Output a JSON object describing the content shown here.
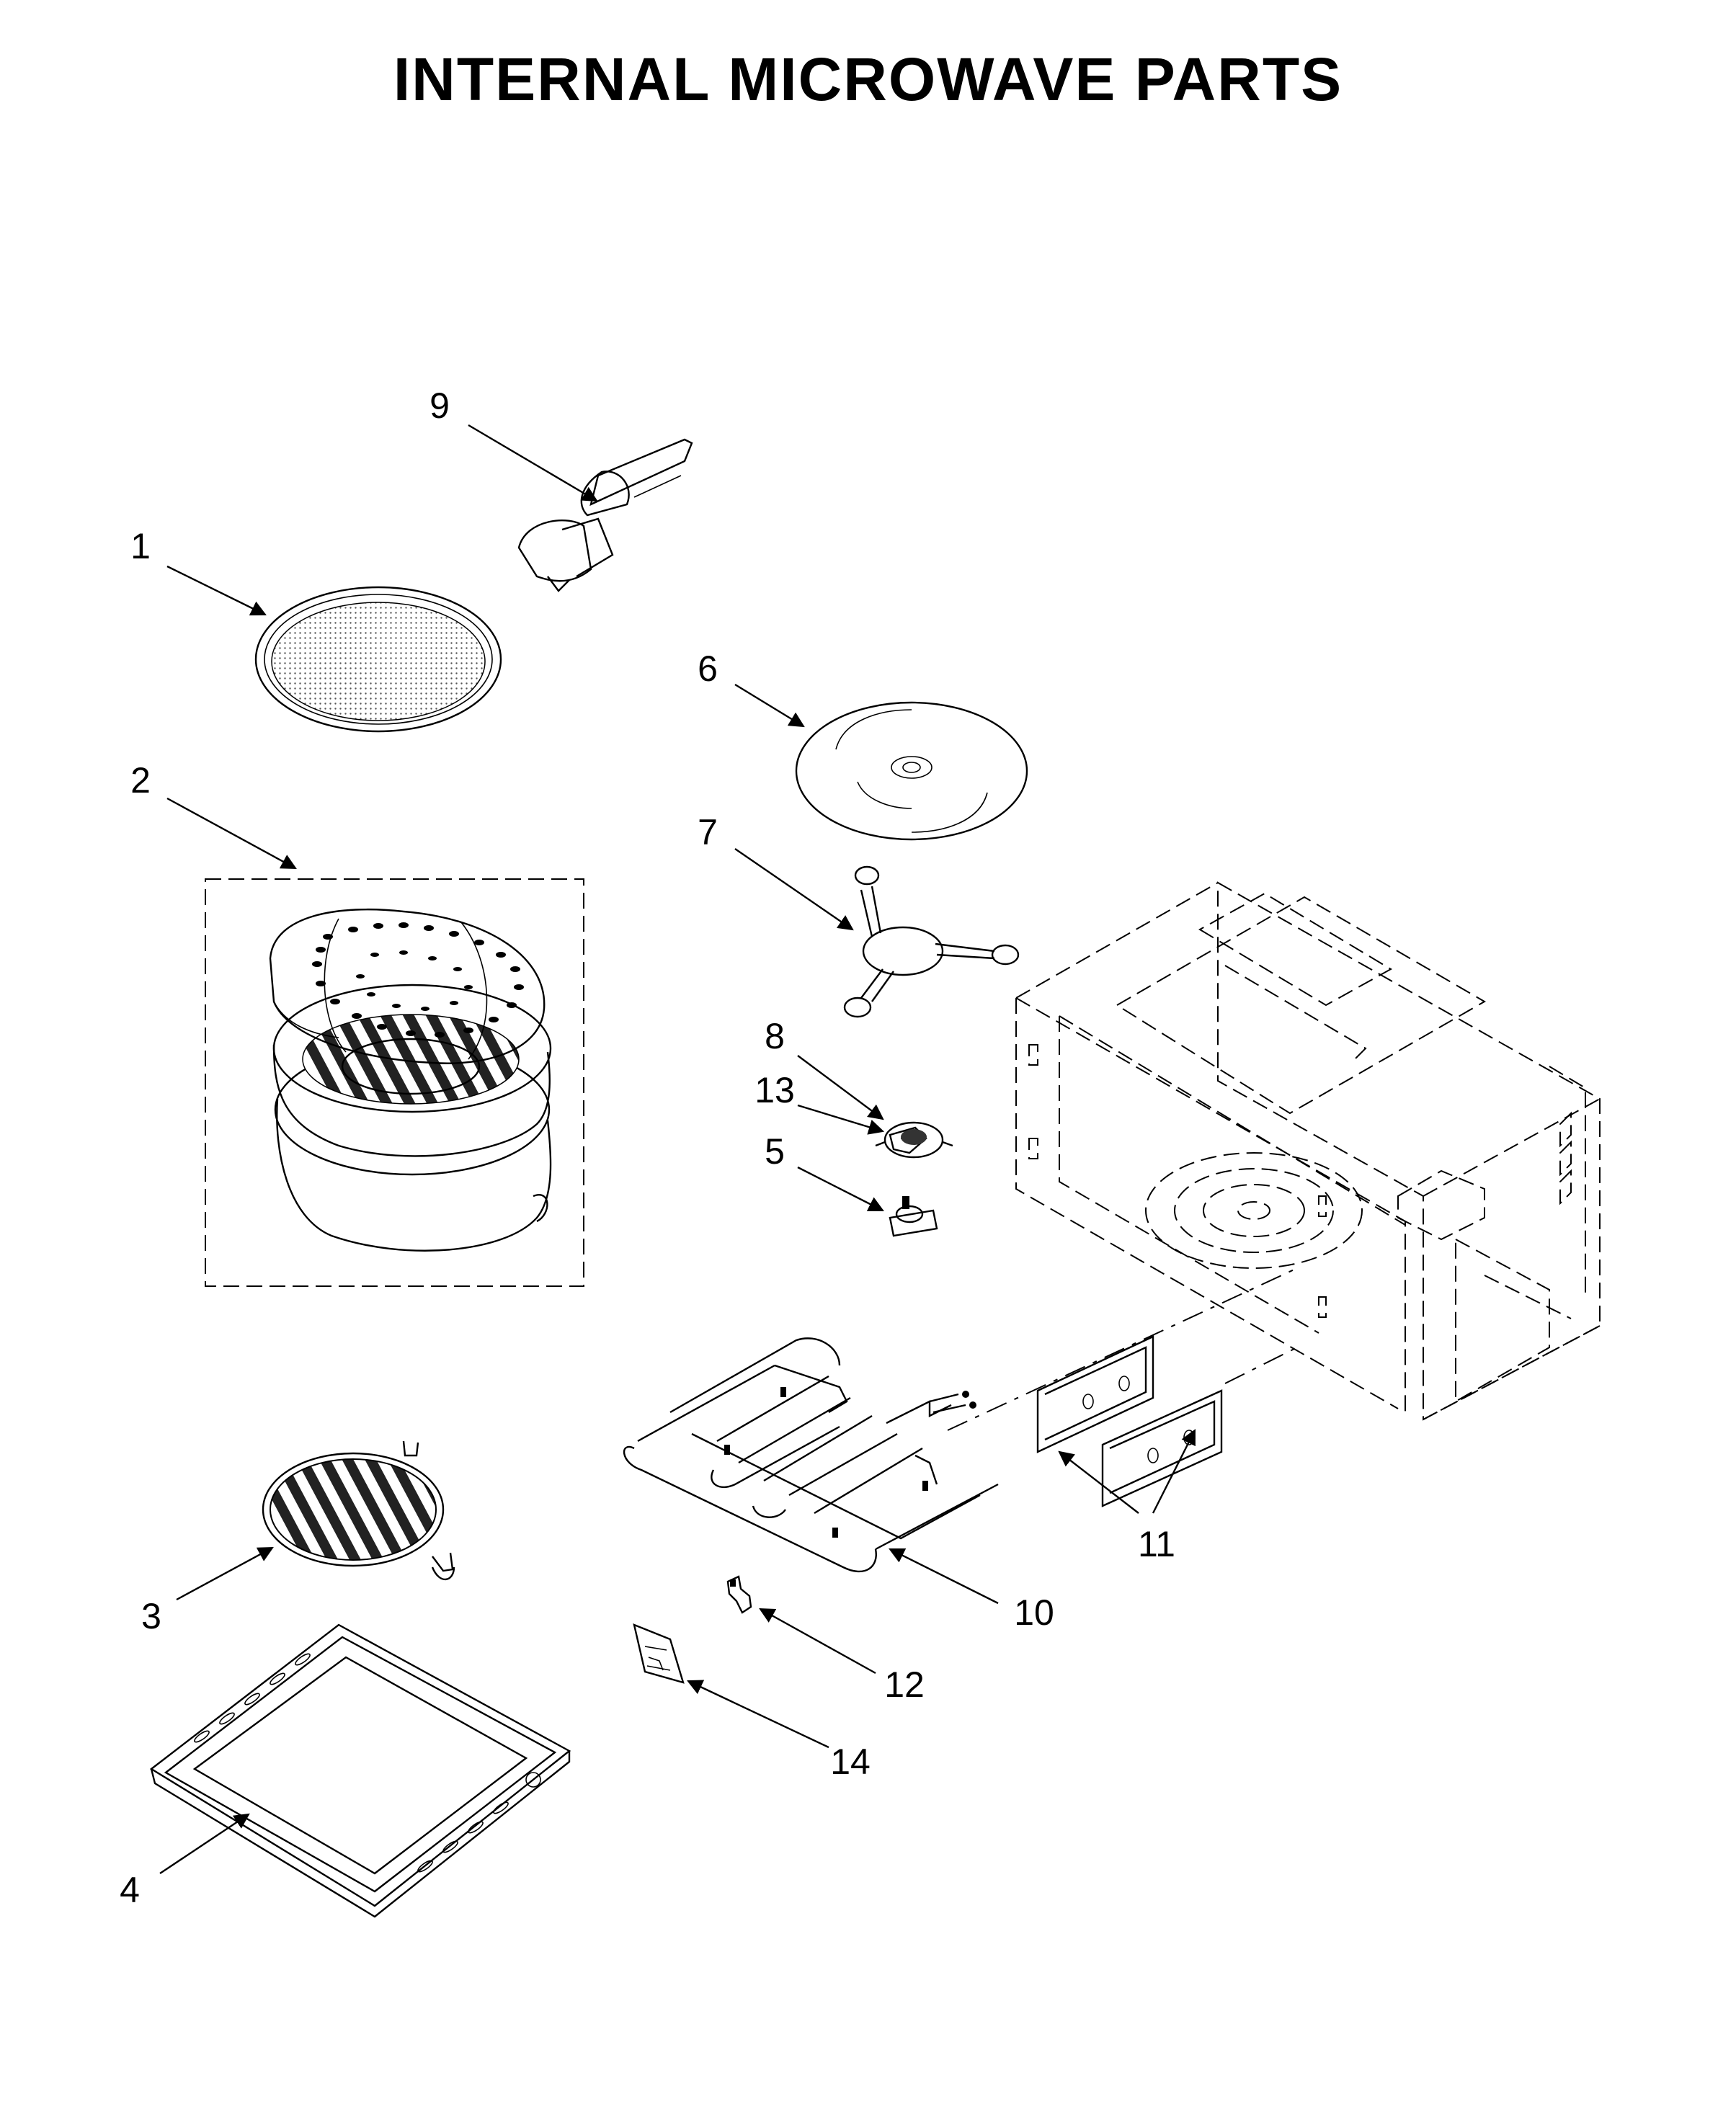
{
  "title": "INTERNAL MICROWAVE PARTS",
  "callouts": {
    "p1": "1",
    "p2": "2",
    "p3": "3",
    "p4": "4",
    "p5": "5",
    "p6": "6",
    "p7": "7",
    "p8": "8",
    "p9": "9",
    "p10": "10",
    "p11": "11",
    "p12": "12",
    "p13": "13",
    "p14": "14"
  }
}
